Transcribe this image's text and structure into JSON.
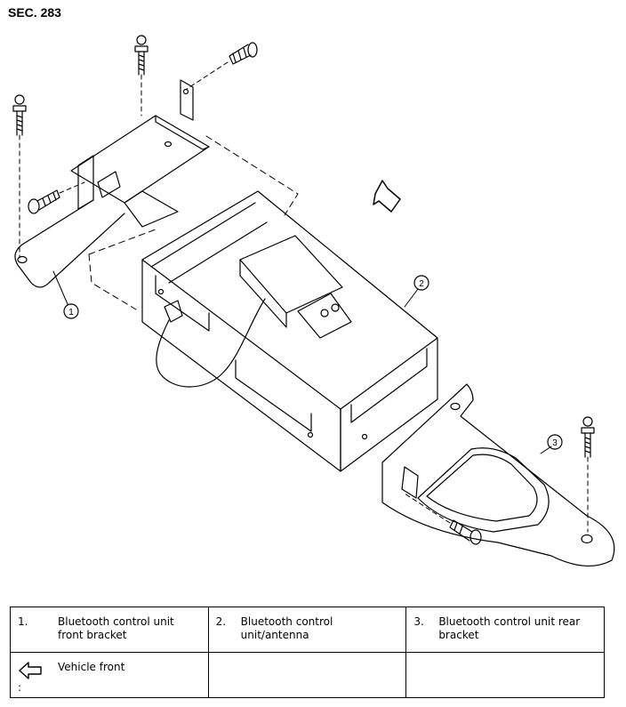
{
  "section": "SEC. 283",
  "callouts": [
    "1",
    "2",
    "3"
  ],
  "legend": [
    {
      "num": "1.",
      "text": "Bluetooth control unit front bracket"
    },
    {
      "num": "2.",
      "text": "Bluetooth control unit/antenna"
    },
    {
      "num": "3.",
      "text": "Bluetooth control unit rear bracket"
    }
  ],
  "symbol": {
    "icon": "vehicle-front-arrow-icon",
    "colon": ":",
    "text": "Vehicle front"
  }
}
